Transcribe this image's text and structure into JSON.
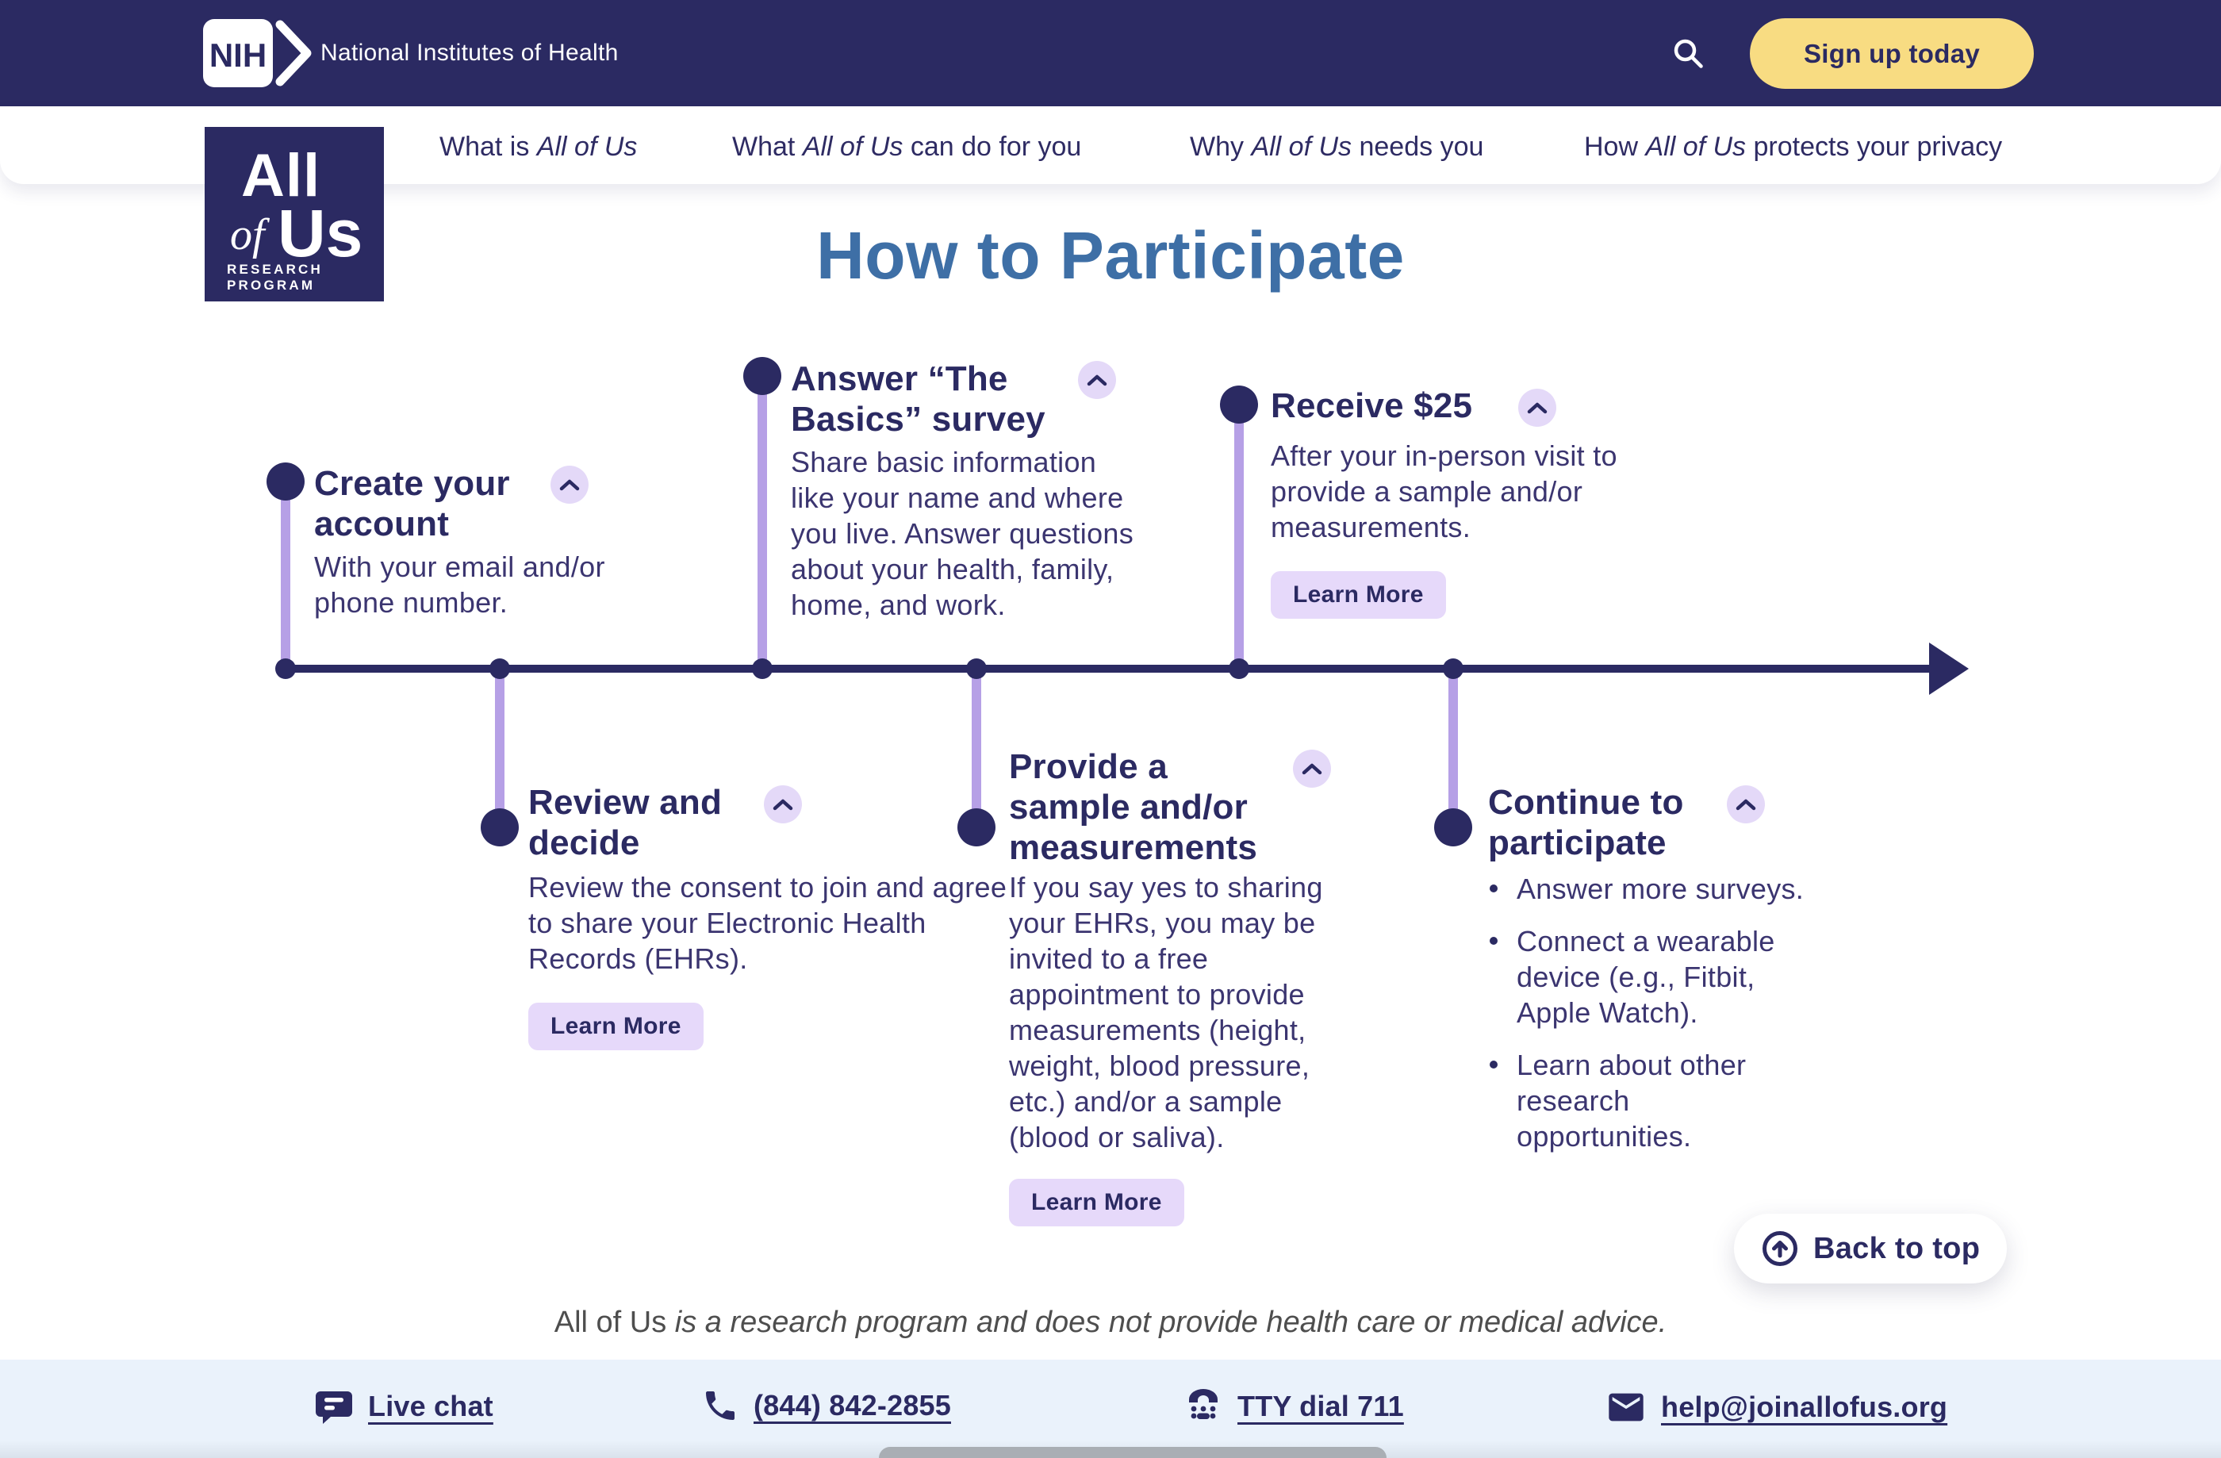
{
  "header": {
    "nih_logo": "NIH",
    "nih_title": "National Institutes of Health",
    "signup_label": "Sign up today"
  },
  "nav": {
    "logo": {
      "all": "All",
      "of": "of",
      "us": "Us",
      "program": "RESEARCH PROGRAM"
    },
    "items": [
      {
        "pre": "What is ",
        "italic": "All of Us",
        "post": ""
      },
      {
        "pre": "What ",
        "italic": "All of Us",
        "post": " can do for you"
      },
      {
        "pre": "Why ",
        "italic": "All of Us",
        "post": " needs you"
      },
      {
        "pre": "How ",
        "italic": "All of Us",
        "post": " protects your privacy"
      }
    ]
  },
  "page": {
    "title": "How to Participate"
  },
  "steps": [
    {
      "title": "Create your account",
      "body": "With your email and/or phone number."
    },
    {
      "title": "Answer “The Basics” survey",
      "body": "Share basic information like your name and where you live. Answer questions about your health, family, home, and work."
    },
    {
      "title": "Receive $25",
      "body": "After your in-person visit to provide a sample and/or measurements.",
      "learn_more": "Learn More"
    },
    {
      "title": "Review and decide",
      "body": "Review the consent to join and agree to share your Electronic Health Records (EHRs).",
      "learn_more": "Learn More"
    },
    {
      "title": "Provide a sample and/or measurements",
      "body": "If you say yes to sharing your EHRs, you may be invited to a free appointment to provide measurements (height, weight, blood pressure, etc.) and/or a sample (blood or saliva).",
      "learn_more": "Learn More"
    },
    {
      "title": "Continue to participate",
      "bullets": [
        "Answer more surveys.",
        "Connect a wearable device (e.g., Fitbit, Apple Watch).",
        "Learn about other research opportunities."
      ]
    }
  ],
  "back_to_top": {
    "label": "Back to top"
  },
  "disclaimer": {
    "brand": "All of Us",
    "rest": " is a research program and does not provide health care or medical advice."
  },
  "footer": {
    "items": [
      {
        "icon": "chat-icon",
        "label": "Live chat"
      },
      {
        "icon": "phone-icon",
        "label": "(844) 842-2855"
      },
      {
        "icon": "tty-icon",
        "label": "TTY dial 711"
      },
      {
        "icon": "envelope-icon",
        "label": "help@joinallofus.org"
      }
    ]
  },
  "colors": {
    "navy": "#2b2a62",
    "heading_blue": "#3e6fa6",
    "yellow": "#f8dc82",
    "lavender": "#e4d9f8",
    "lavender_line": "#b6a0e6",
    "footer_bg": "#eaf2fb",
    "body_text": "#3b3570",
    "logo_of_blue": "#7ea6d8"
  }
}
